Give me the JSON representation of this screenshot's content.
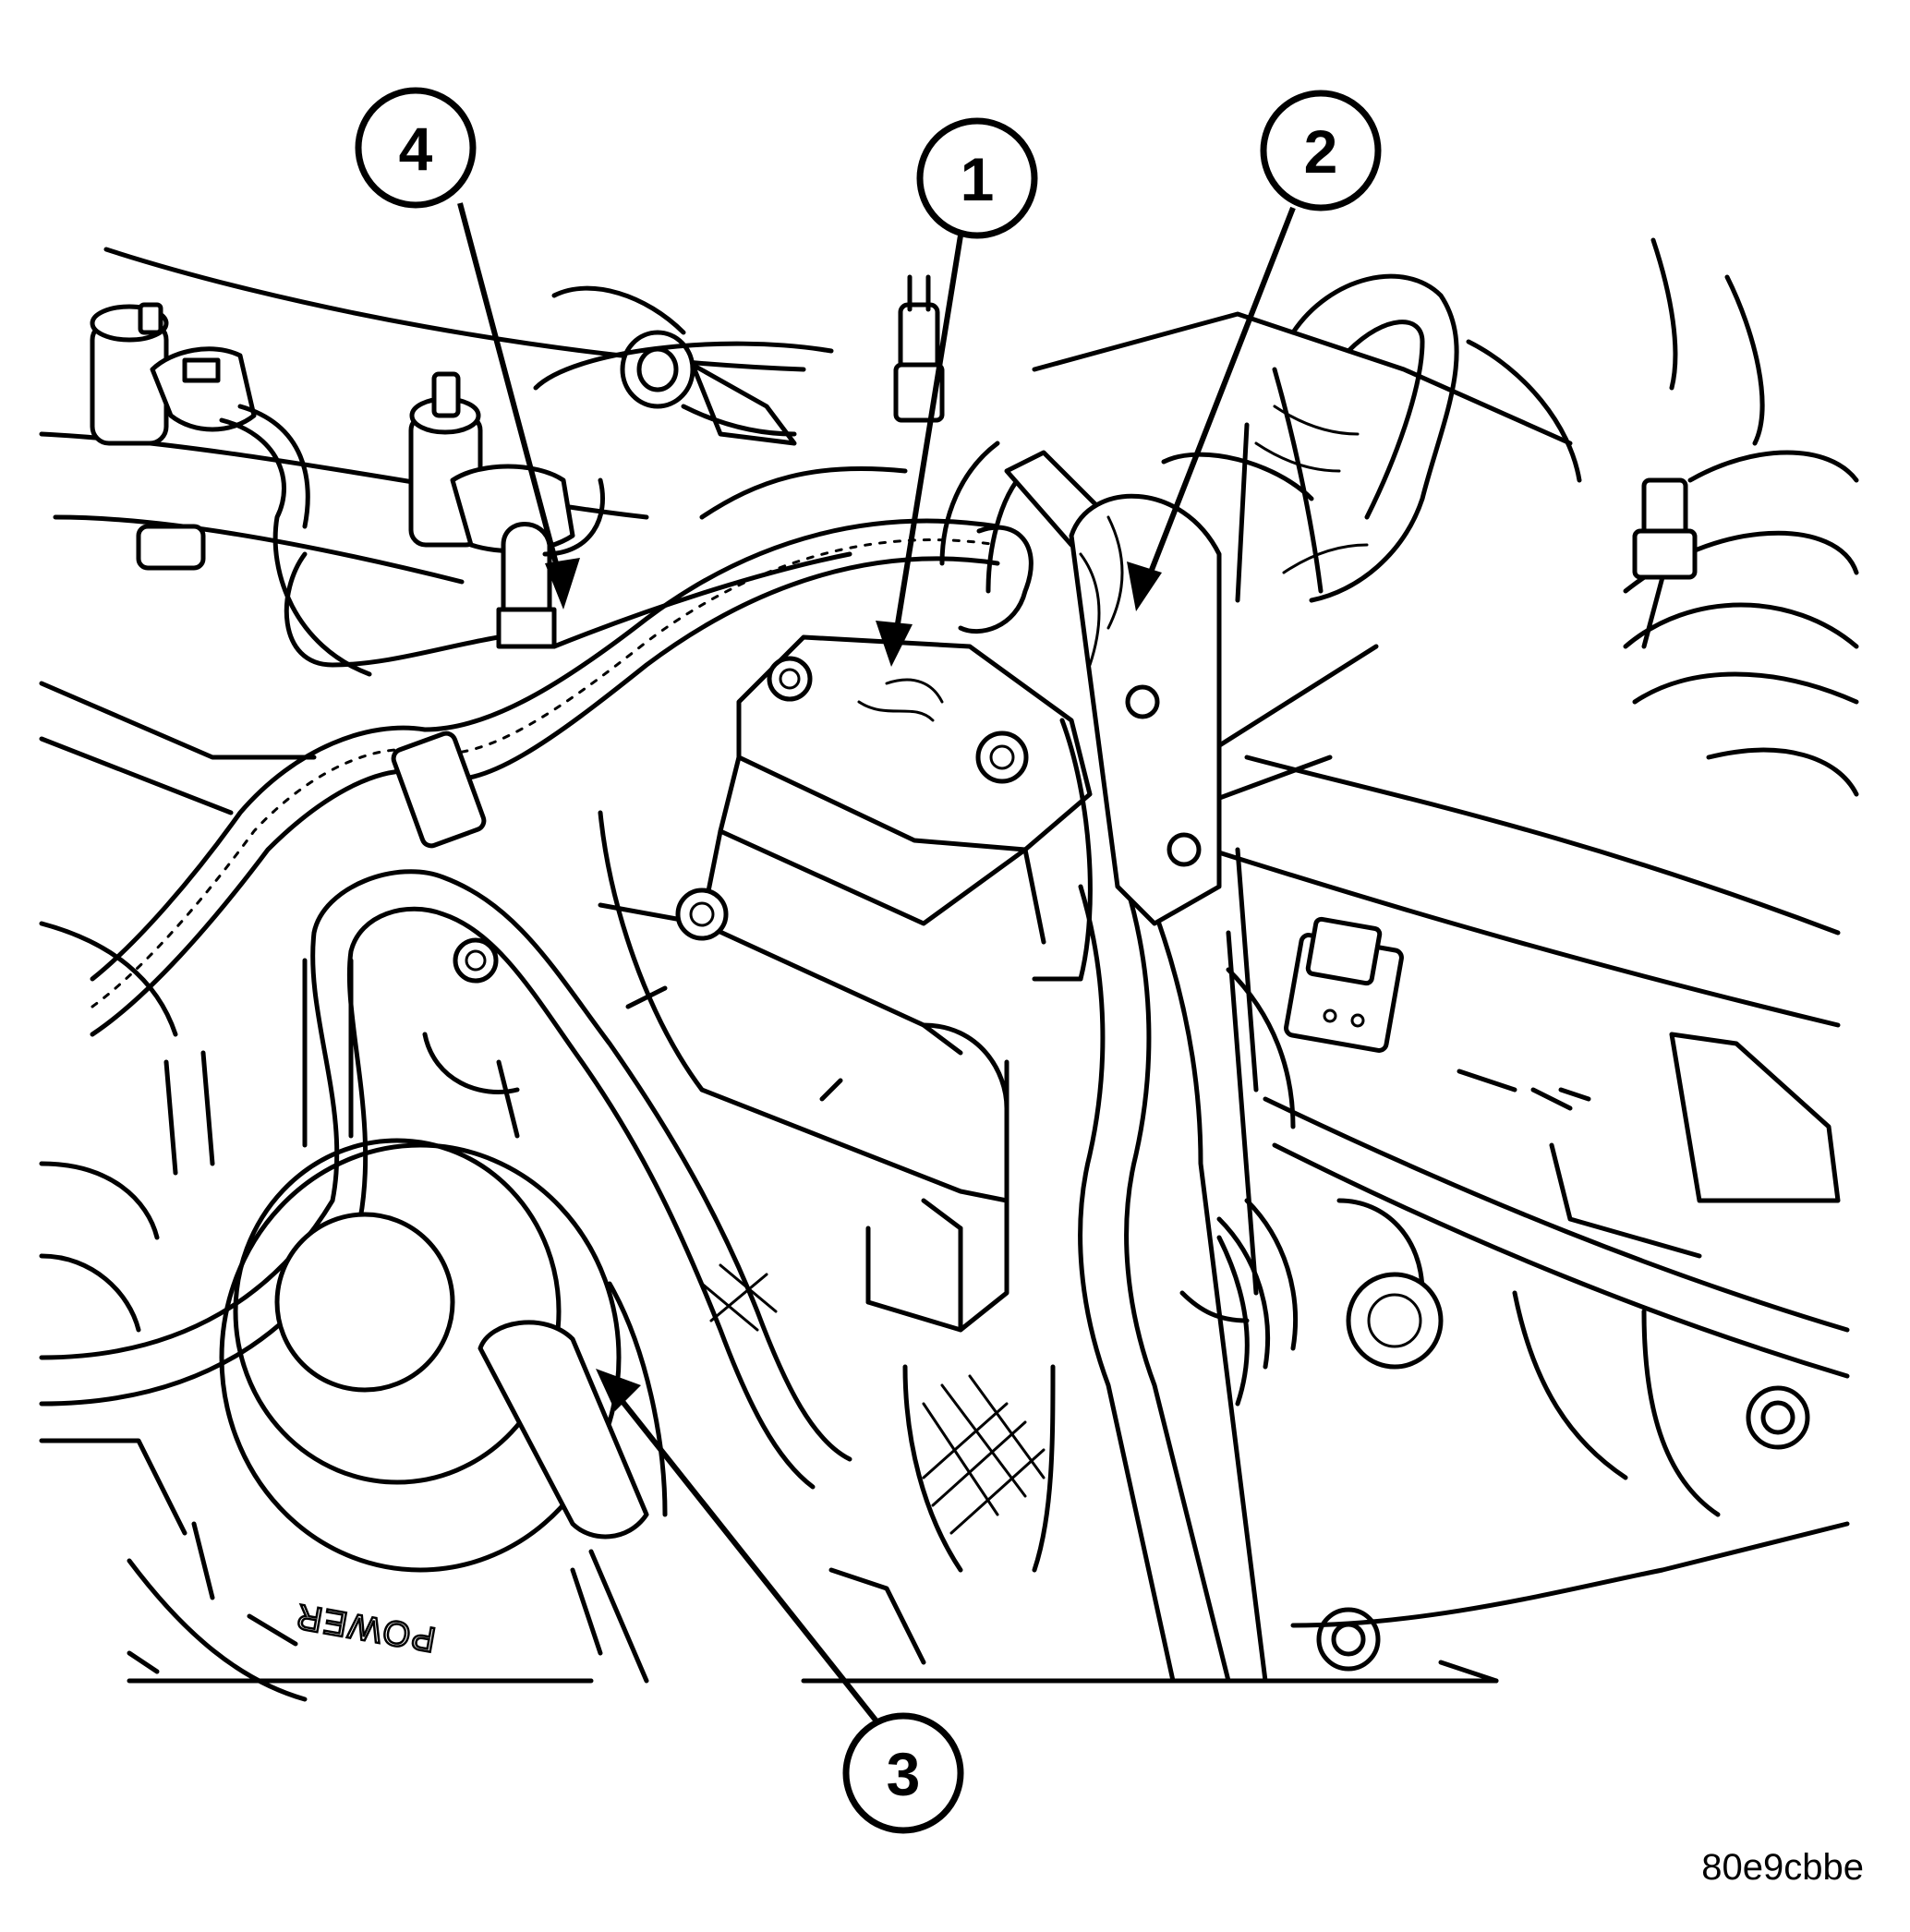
{
  "callouts": [
    {
      "number": "1"
    },
    {
      "number": "2"
    },
    {
      "number": "3"
    },
    {
      "number": "4"
    }
  ],
  "figure_id": "80e9cbbe",
  "embossed_text": "POWER",
  "colors": {
    "line": "#000000",
    "background": "#ffffff"
  }
}
